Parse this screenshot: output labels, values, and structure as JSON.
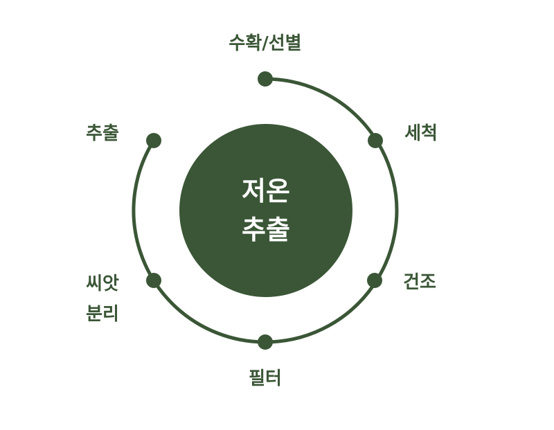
{
  "colors": {
    "primary": "#3a5636",
    "text_on_primary": "#ffffff"
  },
  "center": {
    "line1": "저온",
    "line2": "추출"
  },
  "steps": [
    {
      "label": "수확/선별"
    },
    {
      "label": "세척"
    },
    {
      "label": "건조"
    },
    {
      "label": "필터"
    },
    {
      "label_line1": "씨앗",
      "label_line2": "분리"
    },
    {
      "label": "추출"
    }
  ]
}
